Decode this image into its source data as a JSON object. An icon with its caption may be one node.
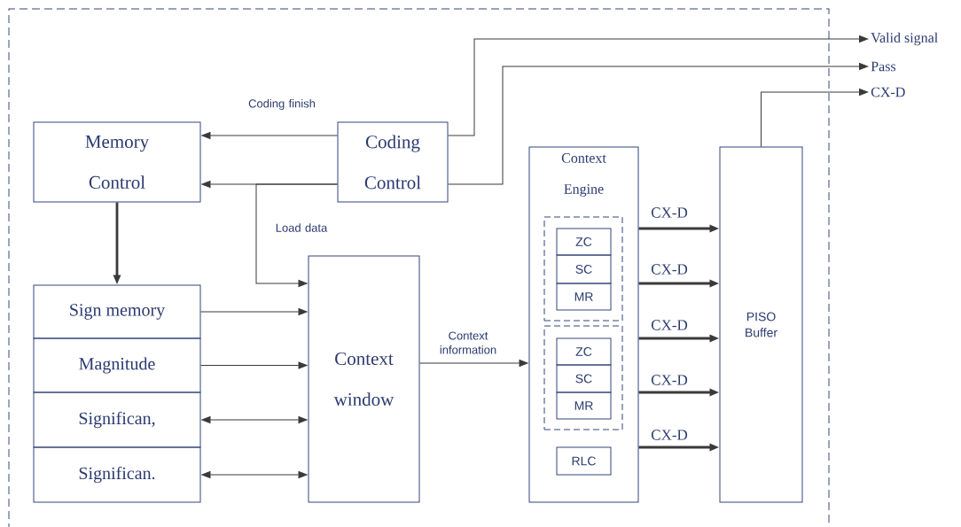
{
  "diagram": {
    "nodes": [
      {
        "text": [
          "Memory Control"
        ]
      },
      {
        "text": [
          "Coding Control"
        ]
      },
      {
        "text": [
          "Sign memory"
        ]
      },
      {
        "text": [
          "Magnitude"
        ]
      },
      {
        "text": [
          "Significan,"
        ]
      },
      {
        "text": [
          "Significan."
        ]
      },
      {
        "text": [
          "Context window"
        ]
      },
      {
        "text": [
          "Context Engine"
        ]
      },
      {
        "text": [],
        "shape": "box",
        "in": 7
      },
      {
        "text": [
          "ZC"
        ],
        "in": 8
      },
      {
        "text": [
          "SC"
        ],
        "in": 8
      },
      {
        "text": [
          "MR"
        ],
        "in": 8
      },
      {
        "text": [],
        "shape": "box",
        "in": 7
      },
      {
        "text": [
          "ZC"
        ],
        "in": 12
      },
      {
        "text": [
          "SC"
        ],
        "in": 12
      },
      {
        "text": [
          "MR"
        ],
        "in": 12
      },
      {
        "text": [
          "RLC"
        ],
        "in": 7
      },
      {
        "text": [
          "PISO Buffer"
        ]
      },
      {
        "text": [
          "Valid signal"
        ]
      },
      {
        "text": [
          "Pass"
        ]
      },
      {
        "text": [
          "CX-D"
        ]
      }
    ],
    "edges": [
      {
        "from": 1,
        "to": 0,
        "arrow": "to",
        "label": "Coding finish"
      },
      {
        "from": 1,
        "to": 0,
        "arrow": "to"
      },
      {
        "from": 1,
        "to": 6,
        "arrow": "to",
        "label": "Load data"
      },
      {
        "from": 0,
        "to": 2,
        "arrow": "to",
        "style": "thick"
      },
      {
        "from": 2,
        "to": 6,
        "arrow": "to"
      },
      {
        "from": 3,
        "to": 6,
        "arrow": "to"
      },
      {
        "from": 4,
        "to": 6,
        "arrow": "both"
      },
      {
        "from": 5,
        "to": 6,
        "arrow": "both"
      },
      {
        "from": 6,
        "to": 7,
        "arrow": "to",
        "label": "Context information"
      },
      {
        "from": 7,
        "to": 17,
        "arrow": "to",
        "label": "CX-D",
        "style": "thick"
      },
      {
        "from": 7,
        "to": 17,
        "arrow": "to",
        "label": "CX-D",
        "style": "thick"
      },
      {
        "from": 7,
        "to": 17,
        "arrow": "to",
        "label": "CX-D",
        "style": "thick"
      },
      {
        "from": 7,
        "to": 17,
        "arrow": "to",
        "label": "CX-D",
        "style": "thick"
      },
      {
        "from": 7,
        "to": 17,
        "arrow": "to",
        "label": "CX-D",
        "style": "thick"
      },
      {
        "from": 1,
        "to": 18,
        "arrow": "to"
      },
      {
        "from": 1,
        "to": 19,
        "arrow": "to"
      },
      {
        "from": 17,
        "to": 20,
        "arrow": "to"
      }
    ]
  }
}
